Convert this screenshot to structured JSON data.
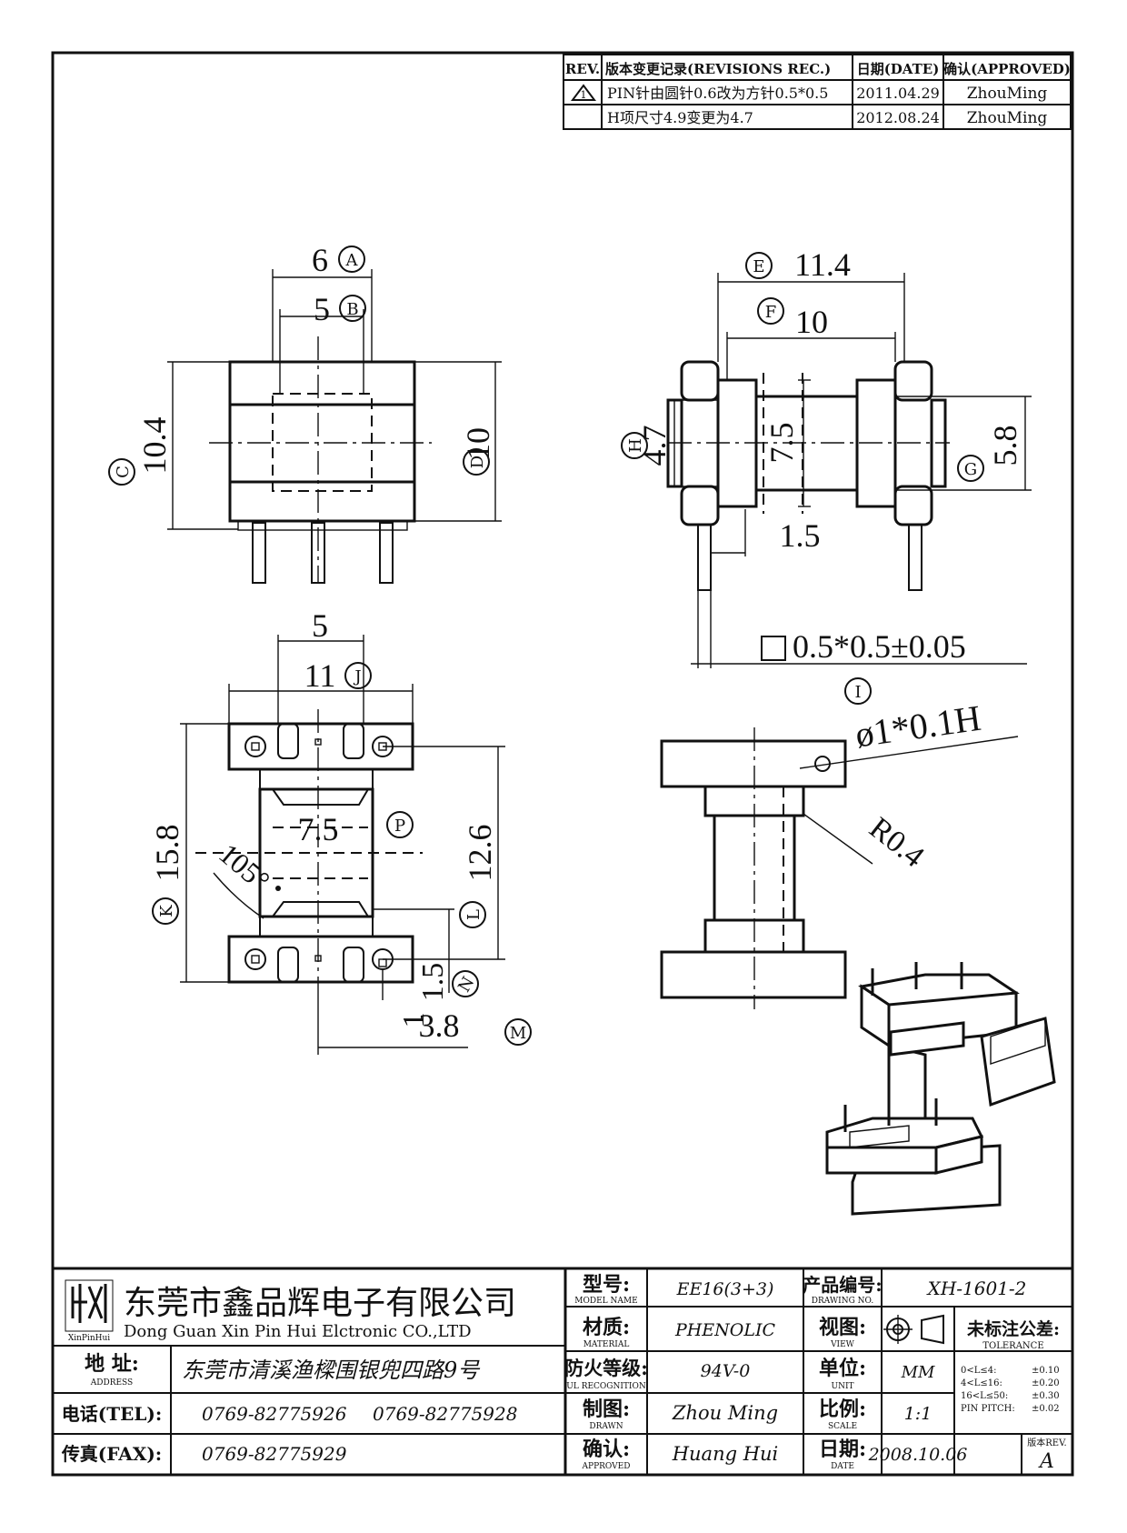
{
  "revisions": {
    "header": {
      "rev": "REV.",
      "desc": "版本变更记录(REVISIONS REC.)",
      "date": "日期(DATE)",
      "approved": "确认(APPROVED)"
    },
    "rows": [
      {
        "rev": "1",
        "desc": "PIN针由圆针0.6改为方针0.5*0.5",
        "date": "2011.04.29",
        "approved": "ZhouMing"
      },
      {
        "rev": "",
        "desc": "H项尺寸4.9变更为4.7",
        "date": "2012.08.24",
        "approved": "ZhouMing"
      }
    ]
  },
  "dims": {
    "A": "6",
    "A_tag": "A",
    "B": "5",
    "B_tag": "B",
    "C": "10.4",
    "C_tag": "C",
    "D": "10",
    "D_tag": "D",
    "E": "11.4",
    "E_tag": "E",
    "F": "10",
    "F_tag": "F",
    "G": "5.8",
    "G_tag": "G",
    "H": "4.7",
    "H_tag": "H",
    "inner": "7.5",
    "pin_offset": "1.5",
    "pin_size": "0.5*0.5±0.05",
    "hole": "ø1*0.1H",
    "I_tag": "I",
    "radius": "R0.4",
    "top": "5",
    "J": "11",
    "J_tag": "J",
    "K": "15.8",
    "K_tag": "K",
    "L": "12.6",
    "L_tag": "L",
    "P": "7.5",
    "P_tag": "P",
    "angle": "105°",
    "N": "1.5",
    "N_tag": "N",
    "M": "3.8",
    "M_tag": "M",
    "left_small": "1"
  },
  "title_block": {
    "company_cn": "东莞市鑫品辉电子有限公司",
    "company_en": "Dong Guan Xin Pin Hui Elctronic CO.,LTD",
    "logo_text": "XinPinHui",
    "address_label": "地 址:",
    "address_sub": "ADDRESS",
    "address": "东莞市清溪渔樑围银兜四路9号",
    "tel_label": "电话(TEL):",
    "tel1": "0769-82775926",
    "tel2": "0769-82775928",
    "fax_label": "传真(FAX):",
    "fax": "0769-82775929",
    "model_label": "型号:",
    "model_sub": "MODEL NAME",
    "model": "EE16(3+3)",
    "material_label": "材质:",
    "material_sub": "MATERIAL",
    "material": "PHENOLIC",
    "ul_label": "防火等级:",
    "ul_sub": "UL RECOGNITION",
    "ul": "94V-0",
    "drawn_label": "制图:",
    "drawn_sub": "DRAWN",
    "drawn": "Zhou Ming",
    "approved_label": "确认:",
    "approved_sub": "APPROVED",
    "approved": "Huang Hui",
    "drawing_no_label": "产品编号:",
    "drawing_no_sub": "DRAWING NO.",
    "drawing_no": "XH-1601-2",
    "view_label": "视图:",
    "view_sub": "VIEW",
    "unit_label": "单位:",
    "unit_sub": "UNIT",
    "unit": "MM",
    "scale_label": "比例:",
    "scale_sub": "SCALE",
    "scale": "1:1",
    "date_label": "日期:",
    "date_sub": "DATE",
    "date": "2008.10.06",
    "tolerance_label": "未标注公差:",
    "tolerance_sub": "TOLERANCE",
    "tolerance_rows": [
      {
        "range": "0<L≤4:",
        "value": "±0.10"
      },
      {
        "range": "4<L≤16:",
        "value": "±0.20"
      },
      {
        "range": "16<L≤50:",
        "value": "±0.30"
      },
      {
        "range": "PIN PITCH:",
        "value": "±0.02"
      }
    ],
    "rev_label": "版本REV.",
    "rev": "A"
  }
}
